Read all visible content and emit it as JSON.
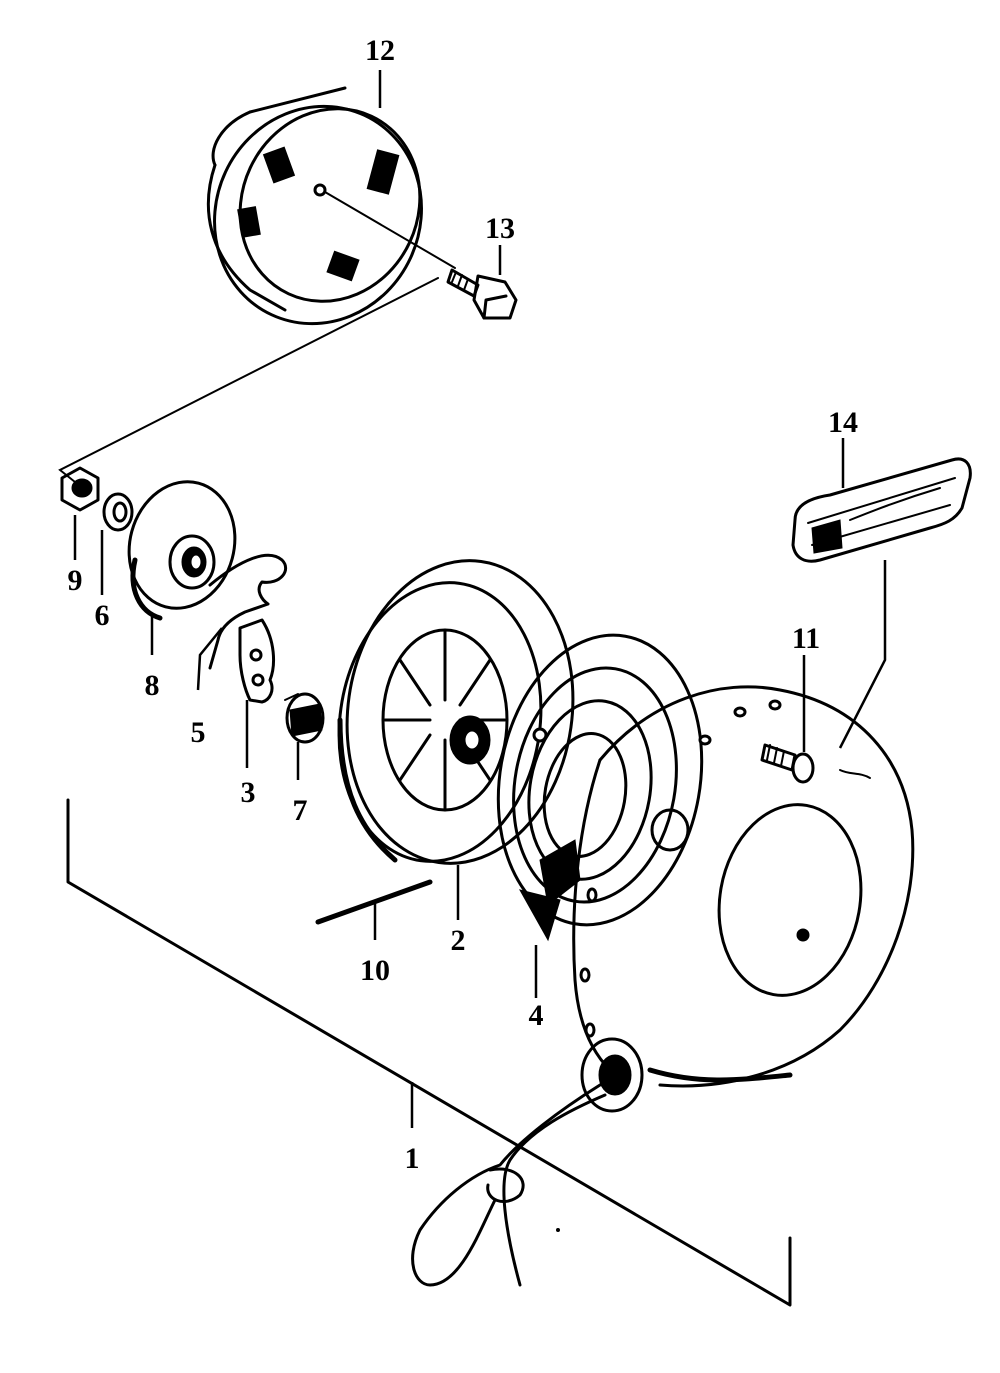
{
  "diagram": {
    "callouts": [
      {
        "id": "1",
        "label": "1"
      },
      {
        "id": "2",
        "label": "2"
      },
      {
        "id": "3",
        "label": "3"
      },
      {
        "id": "4",
        "label": "4"
      },
      {
        "id": "5",
        "label": "5"
      },
      {
        "id": "6",
        "label": "6"
      },
      {
        "id": "7",
        "label": "7"
      },
      {
        "id": "8",
        "label": "8"
      },
      {
        "id": "9",
        "label": "9"
      },
      {
        "id": "10",
        "label": "10"
      },
      {
        "id": "11",
        "label": "11"
      },
      {
        "id": "12",
        "label": "12"
      },
      {
        "id": "13",
        "label": "13"
      },
      {
        "id": "14",
        "label": "14"
      }
    ],
    "colors": {
      "ink": "#000000",
      "paper": "#ffffff"
    }
  }
}
